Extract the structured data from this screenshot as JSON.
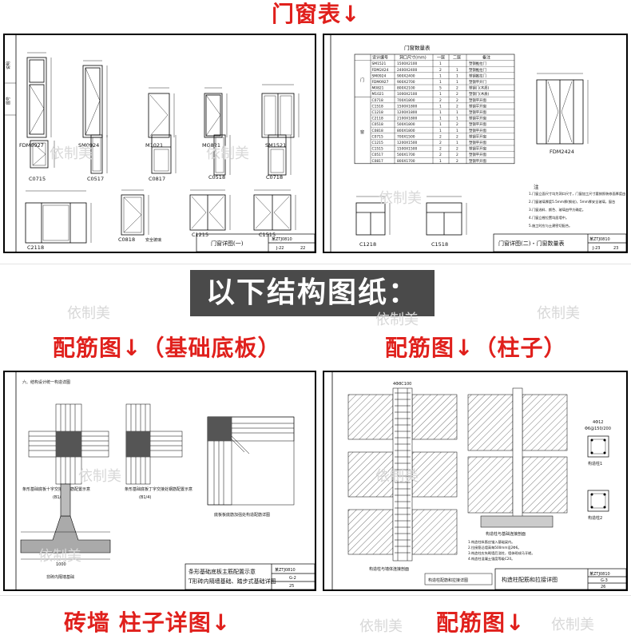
{
  "headings": {
    "door_window_table": "门窗表↓",
    "structure_banner": "以下结构图纸：",
    "rebar_foundation": "配筋图↓（基础底板）",
    "rebar_column": "配筋图↓（柱子）",
    "brick_column_detail": "砖墙 柱子详图↓",
    "rebar_bottom": "配筋图↓"
  },
  "watermark": "依制美",
  "sheet1": {
    "title": "门窗详图(一)",
    "code": "某ZTJ0810",
    "page_a": "J-22",
    "page_b": "22",
    "labels": [
      "FDM0927",
      "SM0924",
      "M1021",
      "MG821",
      "SM1521",
      "C0715",
      "C0517",
      "C0817",
      "C0518",
      "C0718",
      "C2118",
      "C0818",
      "C1215",
      "C1515"
    ],
    "annotations": [
      "安全玻璃"
    ]
  },
  "sheet2": {
    "title": "门窗详图(二)・门窗数量表",
    "code": "某ZTJ0810",
    "page_a": "J-23",
    "page_b": "23",
    "table_title": "门窗数量表",
    "table_headers": [
      "设计编号",
      "洞口尺寸(mm)",
      "一层",
      "二层",
      "备注"
    ],
    "table_rows": [
      [
        "SM1521",
        "1500X2100",
        "1",
        "",
        "塑钢推拉门"
      ],
      [
        "FDM2424",
        "2400X2400",
        "2",
        "1",
        "塑钢推拉门"
      ],
      [
        "SM0924",
        "900X2400",
        "1",
        "1",
        "塑钢推拉门"
      ],
      [
        "FDM0927",
        "900X2700",
        "1",
        "1",
        "塑钢平开门"
      ],
      [
        "M0821",
        "800X2100",
        "5",
        "2",
        "塑钢门(木质)"
      ],
      [
        "M1021",
        "1000X2100",
        "1",
        "2",
        "塑钢门(木质)"
      ],
      [
        "C0718",
        "700X1800",
        "2",
        "2",
        "塑钢平开窗"
      ],
      [
        "C1518",
        "1500X1800",
        "1",
        "2",
        "塑钢平开窗"
      ],
      [
        "C1218",
        "1200X1800",
        "1",
        "1",
        "塑钢平开窗"
      ],
      [
        "C2118",
        "2100X1800",
        "1",
        "1",
        "塑钢平开窗"
      ],
      [
        "C0518",
        "500X1800",
        "1",
        "2",
        "塑钢平开窗"
      ],
      [
        "C0818",
        "800X1800",
        "1",
        "1",
        "塑钢平开窗"
      ],
      [
        "C0715",
        "700X1500",
        "2",
        "2",
        "塑钢平开窗"
      ],
      [
        "C1215",
        "1200X1500",
        "2",
        "1",
        "塑钢平开窗"
      ],
      [
        "C1515",
        "1500X1500",
        "2",
        "2",
        "塑钢平开窗"
      ],
      [
        "C0517",
        "500X1700",
        "2",
        "2",
        "塑钢平开窗"
      ],
      [
        "C0817",
        "800X1700",
        "1",
        "2",
        "塑钢平开窗"
      ]
    ],
    "group_labels": [
      "门",
      "窗"
    ],
    "labels": [
      "FDM2424",
      "C1218",
      "C1518"
    ],
    "notes_title": "注",
    "notes": [
      "1.门窗立面尺寸均为洞口尺寸，门窗加工尺寸要按照装修面厚度由承包商予以调整。",
      "2.门窗玻璃厚度5.5mm厚(钢化)，5mm厚安全玻璃，窗台≤500mm。",
      "3.门窗选料、颜色、玻璃由甲方确定。",
      "4.门窗立樘位置均居墙中。",
      "5.施工时应与土建密切配合。"
    ]
  },
  "sheet3": {
    "section_title": "六、结构设计统一构造详图",
    "title_line1": "条形基础底板主筋配置示意",
    "title_line2": "T形砖内隔墙基础、踏步式基础详图",
    "code": "某ZTJ0810",
    "page_a": "G-2",
    "page_b": "25",
    "captions": [
      "条形基础底板十字交接处钢筋配置示意",
      "条形基础底板丁字交接处钢筋配置示意",
      "底板板底筋加强处构造配筋详图",
      "非砖内隔墙基础"
    ],
    "dims": [
      "(B1/4)",
      "(B1/4)",
      "1000"
    ]
  },
  "sheet4": {
    "title": "构造柱配筋和拉接详图",
    "code": "某ZTJ0810",
    "page_a": "G-3",
    "page_b": "26",
    "captions": [
      "构造柱与墙体连接剖面",
      "构造柱配筋和拉接详图",
      "构造柱与基础连接剖面"
    ],
    "dims": [
      "4Φ8C100",
      "4Φ12",
      "Φ6@150/200"
    ],
    "col_labels": [
      "构造柱1",
      "构造柱2"
    ],
    "notes": [
      "1.构造柱纵筋应锚入基础梁内。",
      "2.拉接筋沿墙高每500mm设2Φ6。",
      "3.构造柱应先砌墙后浇柱，墙体砌成马牙槎。",
      "4.构造柱混凝土强度等级C20。"
    ]
  }
}
